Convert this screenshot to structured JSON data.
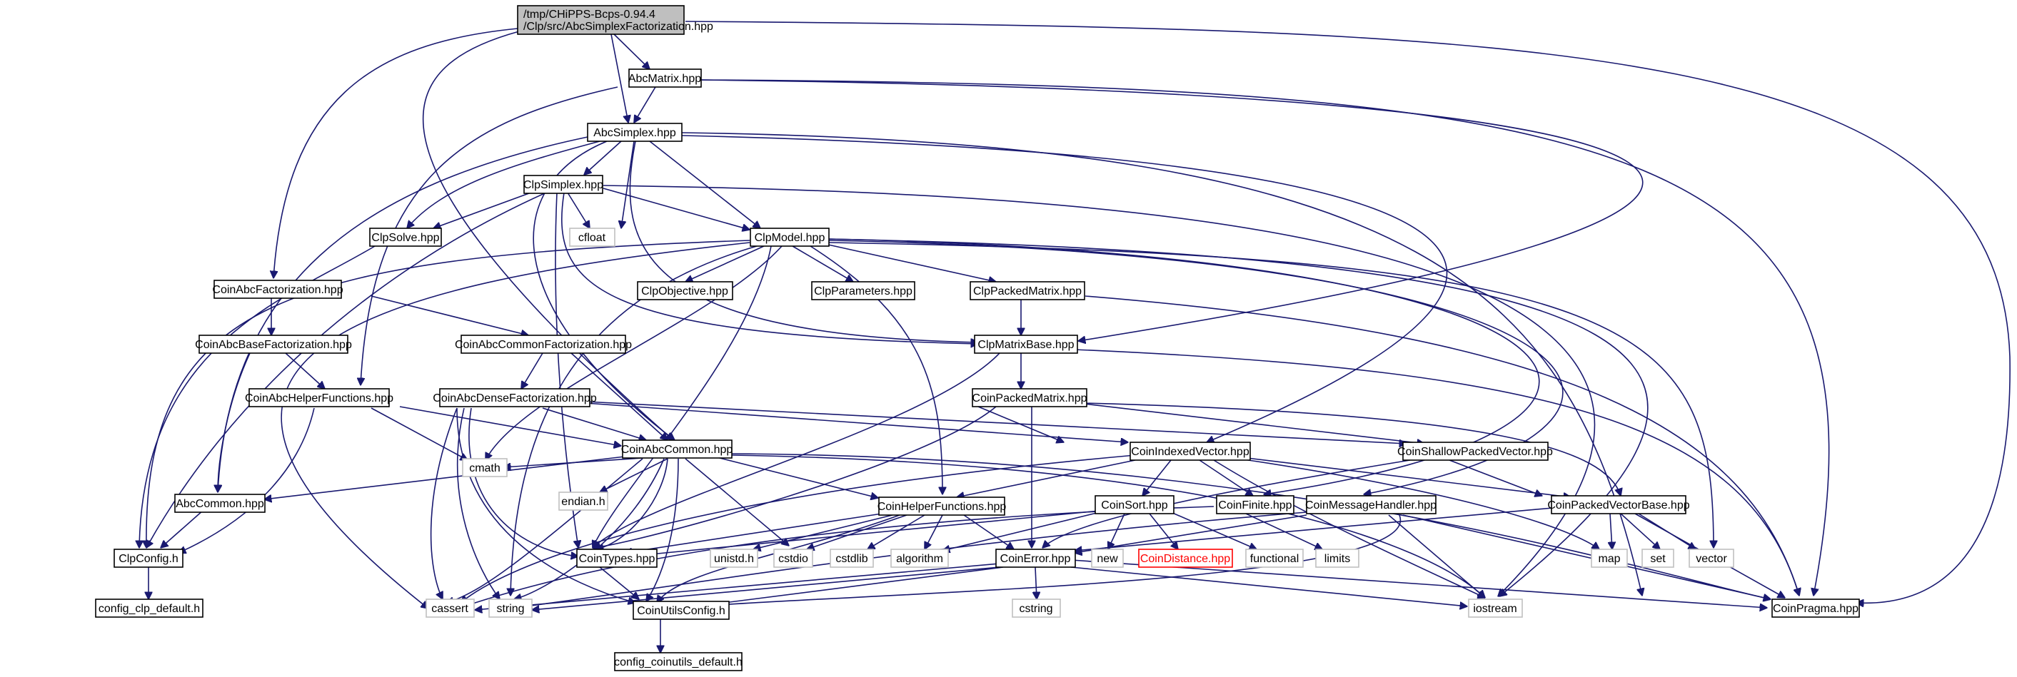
{
  "diagram": {
    "colors": {
      "edge": "#191970",
      "root_fill": "#bfbfbf",
      "node_border": "#000000",
      "external_border": "#bfbfbf",
      "missing_border": "#ff0000"
    },
    "nodes": {
      "root_line1": "/tmp/CHiPPS-Bcps-0.94.4",
      "root_line2": "/Clp/src/AbcSimplexFactorization.hpp",
      "AbcMatrix": "AbcMatrix.hpp",
      "AbcSimplex": "AbcSimplex.hpp",
      "ClpSimplex": "ClpSimplex.hpp",
      "cfloat": "cfloat",
      "ClpSolve": "ClpSolve.hpp",
      "ClpModel": "ClpModel.hpp",
      "CoinAbcFactorization": "CoinAbcFactorization.hpp",
      "ClpObjective": "ClpObjective.hpp",
      "ClpParameters": "ClpParameters.hpp",
      "ClpPackedMatrix": "ClpPackedMatrix.hpp",
      "CoinAbcBaseFactorization": "CoinAbcBaseFactorization.hpp",
      "CoinAbcCommonFactorization": "CoinAbcCommonFactorization.hpp",
      "ClpMatrixBase": "ClpMatrixBase.hpp",
      "CoinAbcHelperFunctions": "CoinAbcHelperFunctions.hpp",
      "CoinAbcDenseFactorization": "CoinAbcDenseFactorization.hpp",
      "CoinPackedMatrix": "CoinPackedMatrix.hpp",
      "CoinAbcCommon": "CoinAbcCommon.hpp",
      "CoinIndexedVector": "CoinIndexedVector.hpp",
      "CoinShallowPackedVector": "CoinShallowPackedVector.hpp",
      "cmath": "cmath",
      "endian": "endian.h",
      "AbcCommon": "AbcCommon.hpp",
      "CoinHelperFunctions": "CoinHelperFunctions.hpp",
      "CoinSort": "CoinSort.hpp",
      "CoinFinite": "CoinFinite.hpp",
      "CoinMessageHandler": "CoinMessageHandler.hpp",
      "CoinPackedVectorBase": "CoinPackedVectorBase.hpp",
      "ClpConfig": "ClpConfig.h",
      "CoinTypes": "CoinTypes.hpp",
      "unistd": "unistd.h",
      "cstdio": "cstdio",
      "cstdlib": "cstdlib",
      "algorithm": "algorithm",
      "CoinError": "CoinError.hpp",
      "new": "new",
      "CoinDistance": "CoinDistance.hpp",
      "functional": "functional",
      "limits": "limits",
      "map": "map",
      "set": "set",
      "vector": "vector",
      "config_clp_default": "config_clp_default.h",
      "cassert": "cassert",
      "string": "string",
      "CoinUtilsConfig": "CoinUtilsConfig.h",
      "cstring": "cstring",
      "iostream": "iostream",
      "CoinPragma": "CoinPragma.hpp",
      "config_coinutils_default": "config_coinutils_default.h"
    }
  }
}
